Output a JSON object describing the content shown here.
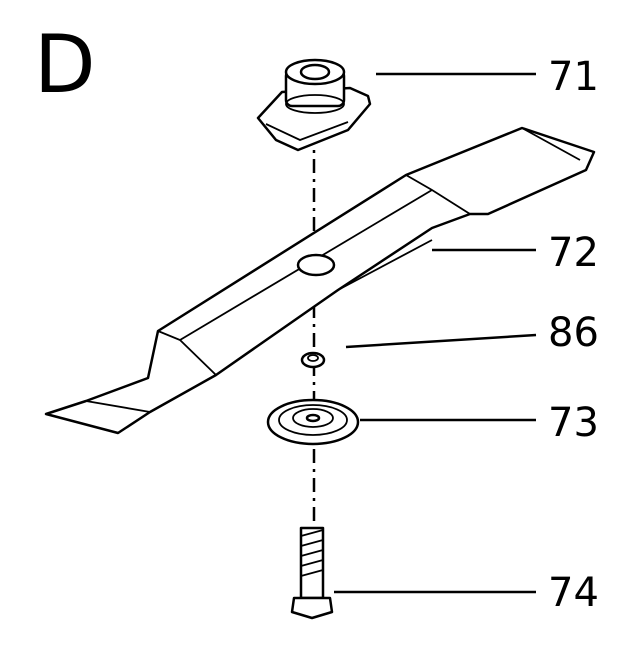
{
  "diagram": {
    "section_letter": "D",
    "callouts": [
      {
        "number": "71",
        "part": "adapter"
      },
      {
        "number": "72",
        "part": "blade"
      },
      {
        "number": "86",
        "part": "washer"
      },
      {
        "number": "73",
        "part": "cup-washer"
      },
      {
        "number": "74",
        "part": "bolt"
      }
    ]
  }
}
